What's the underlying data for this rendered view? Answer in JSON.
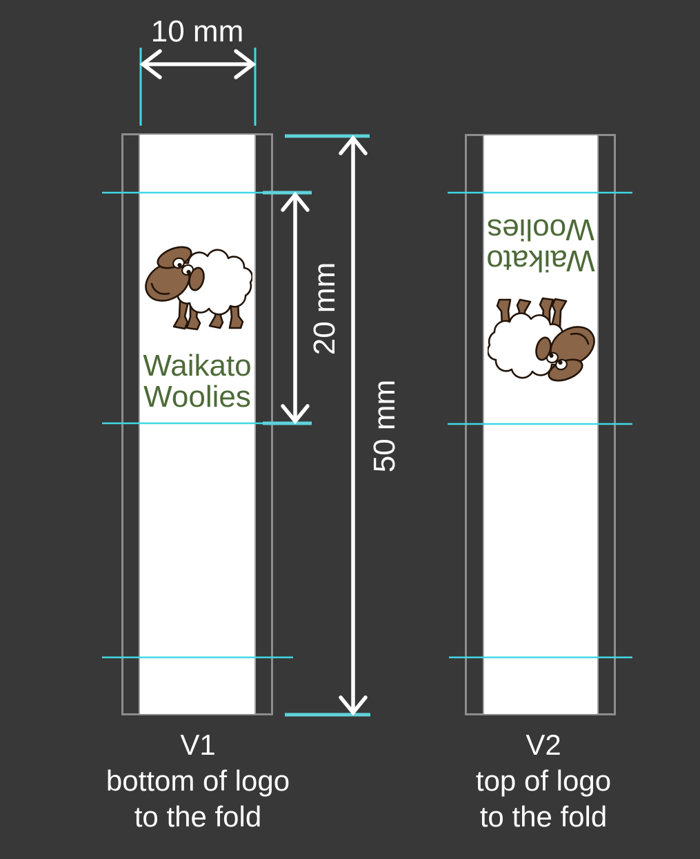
{
  "dimensions": {
    "width_label": "10 mm",
    "logo_to_fold_label": "20 mm",
    "label_length_label": "50 mm"
  },
  "brand": {
    "line1": "Waikato",
    "line2": "Woolies"
  },
  "captions": {
    "v1": {
      "title": "V1",
      "line1": "bottom of logo",
      "line2": "to the fold"
    },
    "v2": {
      "title": "V2",
      "line1": "top of logo",
      "line2": "to the fold"
    }
  },
  "icons": {
    "sheep": "sheep-logo"
  },
  "colors": {
    "background": "#383838",
    "fold_line_cyan": "#3fd8e5",
    "tick_cyan": "#5fd2da",
    "outline_gray": "#8d8d8d",
    "strip_edge_gray": "#a5a5a5",
    "brand_green": "#4d6a38",
    "sheep_brown": "#8a6548",
    "sheep_outline": "#221409",
    "text_white": "#ffffff"
  }
}
